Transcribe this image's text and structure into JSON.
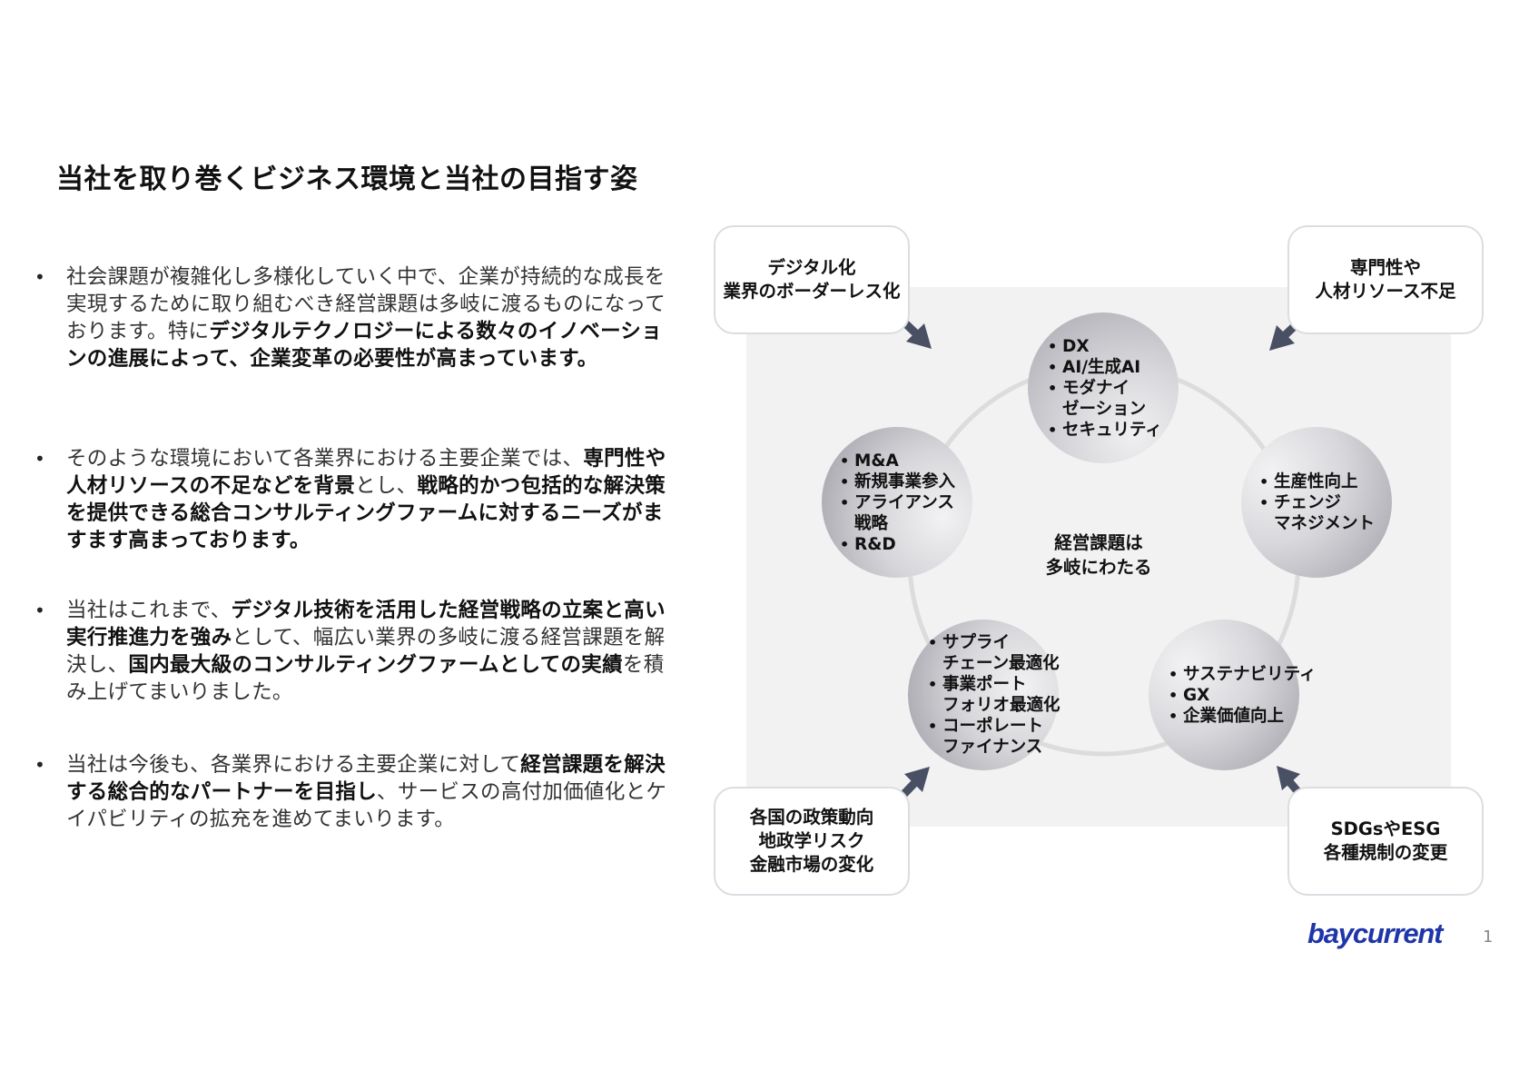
{
  "title": "当社を取り巻くビジネス環境と当社の目指す姿",
  "bullets": [
    {
      "segments": [
        {
          "text": "社会課題が複雑化し多様化していく中で、企業が持続的な成長を実現するために取り組むべき経営課題は多岐に渡るものになっております。特に",
          "bold": false
        },
        {
          "text": "デジタルテクノロジーによる数々のイノベーションの進展によって、企業変革の必要性が高まっています。",
          "bold": true
        }
      ]
    },
    {
      "segments": [
        {
          "text": "そのような環境において各業界における主要企業では、",
          "bold": false
        },
        {
          "text": "専門性や人材リソースの不足などを背景",
          "bold": true
        },
        {
          "text": "とし、",
          "bold": false
        },
        {
          "text": "戦略的かつ包括的な解決策を提供できる総合コンサルティングファームに対するニーズがますます高まっております。",
          "bold": true
        }
      ]
    },
    {
      "segments": [
        {
          "text": "当社はこれまで、",
          "bold": false
        },
        {
          "text": "デジタル技術を活用した経営戦略の立案と高い実行推進力を強み",
          "bold": true
        },
        {
          "text": "として、幅広い業界の多岐に渡る経営課題を解決し、",
          "bold": false
        },
        {
          "text": "国内最大級のコンサルティングファームとしての実績",
          "bold": true
        },
        {
          "text": "を積み上げてまいりました。",
          "bold": false
        }
      ]
    },
    {
      "segments": [
        {
          "text": "当社は今後も、各業界における主要企業に対して",
          "bold": false
        },
        {
          "text": "経営課題を解決する総合的なパートナーを目指し",
          "bold": true
        },
        {
          "text": "、サービスの高付加価値化とケイパビリティの拡充を進めてまいります。",
          "bold": false
        }
      ]
    }
  ],
  "diagram": {
    "center_label": [
      "経営課題は",
      "多岐にわたる"
    ],
    "drivers": {
      "top_left": [
        "デジタル化",
        "業界のボーダーレス化"
      ],
      "top_right": [
        "専門性や",
        "人材リソース不足"
      ],
      "bottom_left": [
        "各国の政策動向",
        "地政学リスク",
        "金融市場の変化"
      ],
      "bottom_right": [
        "SDGsやESG",
        "各種規制の変更"
      ]
    },
    "circles": {
      "top": [
        {
          "line1": "DX"
        },
        {
          "line1": "AI/生成AI"
        },
        {
          "line1": "モダナイ",
          "line2": "ゼーション"
        },
        {
          "line1": "セキュリティ"
        }
      ],
      "left": [
        {
          "line1": "M&A"
        },
        {
          "line1": "新規事業参入"
        },
        {
          "line1": "アライアンス",
          "line2": "戦略"
        },
        {
          "line1": "R&D"
        }
      ],
      "right": [
        {
          "line1": "生産性向上"
        },
        {
          "line1": "チェンジ",
          "line2": "マネジメント"
        }
      ],
      "bottom_left": [
        {
          "line1": "サプライ",
          "line2": "チェーン最適化"
        },
        {
          "line1": "事業ポート",
          "line2": "フォリオ最適化"
        },
        {
          "line1": "コーポレート",
          "line2": "ファイナンス"
        }
      ],
      "bottom_right": [
        {
          "line1": "サステナビリティ"
        },
        {
          "line1": "GX"
        },
        {
          "line1": "企業価値向上"
        }
      ]
    },
    "colors": {
      "panel": "#f2f2f2",
      "ring": "#dcdcdc",
      "arrow": "#4a5064",
      "box_border": "#dcdde2"
    }
  },
  "footer": {
    "logo": "baycurrent",
    "logo_color": "#1f35a8",
    "page_number": "1"
  }
}
